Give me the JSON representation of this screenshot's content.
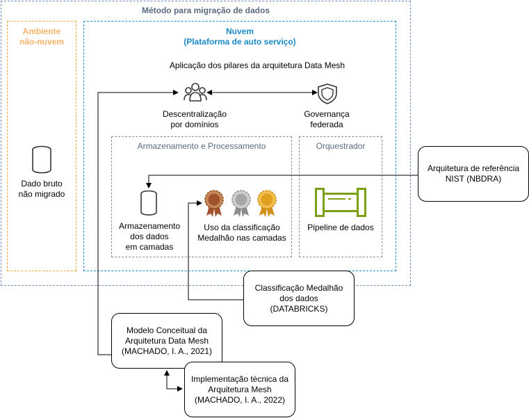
{
  "outer": {
    "title": "Método para migração de dados"
  },
  "nonCloud": {
    "title_line1": "Ambiente",
    "title_line2": "não-nuvem",
    "item_line1": "Dado bruto",
    "item_line2": "não migrado"
  },
  "cloud": {
    "title_line1": "Nuvem",
    "title_line2": "(Plataforma de auto serviço)",
    "pillars": "Aplicação dos pilares da arquitetura Data Mesh"
  },
  "decentral": {
    "line1": "Descentralização",
    "line2": "por domínios"
  },
  "governance": {
    "line1": "Governança",
    "line2": "federada"
  },
  "storage": {
    "title": "Armazenamento e Processamento",
    "db_line1": "Armazenamento",
    "db_line2": "dos dados",
    "db_line3": "em camadas",
    "medal_line1": "Uso da classificação",
    "medal_line2": "Medalhão nas camadas"
  },
  "orchestrator": {
    "title": "Orquestrador",
    "pipeline": "Pipeline de dados"
  },
  "refs": {
    "nist": {
      "line1": "Arquitetura de referência",
      "line2": "NIST (NBDRA)"
    },
    "medallion": {
      "line1": "Classificação Medalhão",
      "line2": "dos dados",
      "line3": "(DATABRICKS)"
    },
    "model": {
      "line1": "Modelo Conceitual da",
      "line2": "Arquitetura Data Mesh",
      "line3": "(MACHADO, I. A., 2021)"
    },
    "impl": {
      "line1": "Implementação técnica da",
      "line2": "Arquitetura Mesh",
      "line3": "(MACHADO, I. A., 2022)"
    }
  },
  "colors": {
    "outer": "#6c8ebf",
    "cloud": "#1b8ac7",
    "nonCloud": "#f0a830",
    "pipeline": "#7aa116",
    "bronze": "#a0522d",
    "silver": "#a6a6a6",
    "gold": "#e0a020"
  },
  "icons": {
    "users": "users-icon",
    "shield": "shield-icon",
    "database": "database-icon",
    "medal": "medal-icon",
    "pipeline": "pipeline-icon"
  }
}
